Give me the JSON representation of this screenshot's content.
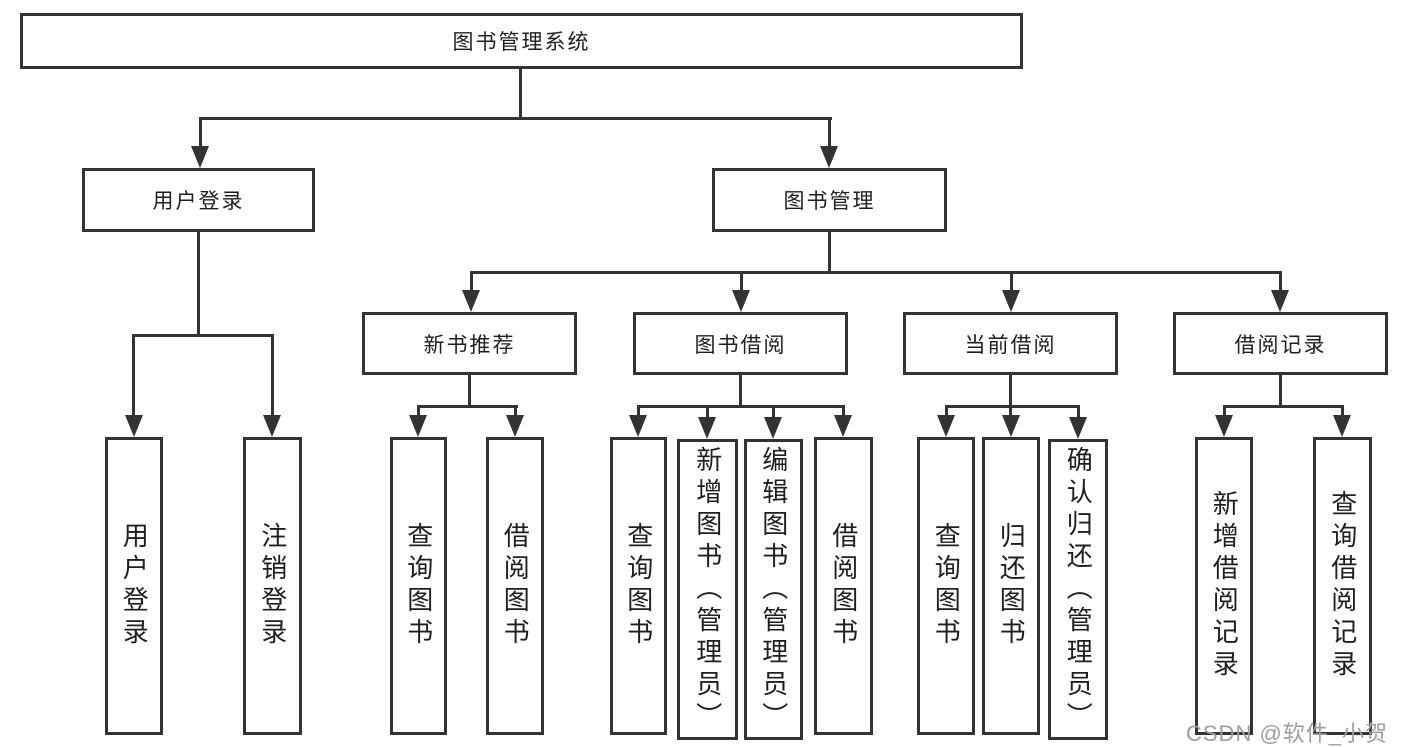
{
  "title": "图书管理系统",
  "watermark": "CSDN @软件_小贺同学",
  "colors": {
    "line": "#333333",
    "box_background": "#ffffff",
    "text": "#1f1f1f",
    "watermark": "#9e9e9e"
  },
  "tree": {
    "label": "图书管理系统",
    "children": [
      {
        "label": "用户登录",
        "children": [
          {
            "label": "用户登录"
          },
          {
            "label": "注销登录"
          }
        ]
      },
      {
        "label": "图书管理",
        "children": [
          {
            "label": "新书推荐",
            "children": [
              {
                "label": "查询图书"
              },
              {
                "label": "借阅图书"
              }
            ]
          },
          {
            "label": "图书借阅",
            "children": [
              {
                "label": "查询图书"
              },
              {
                "label": "新增图书（管理员）"
              },
              {
                "label": "编辑图书（管理员）"
              },
              {
                "label": "借阅图书"
              }
            ]
          },
          {
            "label": "当前借阅",
            "children": [
              {
                "label": "查询图书"
              },
              {
                "label": "归还图书"
              },
              {
                "label": "确认归还（管理员）"
              }
            ]
          },
          {
            "label": "借阅记录",
            "children": [
              {
                "label": "新增借阅记录"
              },
              {
                "label": "查询借阅记录"
              }
            ]
          }
        ]
      }
    ]
  }
}
